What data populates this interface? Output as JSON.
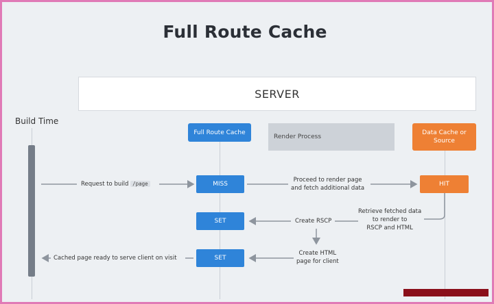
{
  "title": "Full Route Cache",
  "server_label": "SERVER",
  "build_time_label": "Build Time",
  "headers": {
    "full_route_cache": "Full Route Cache",
    "render_process": "Render Process",
    "data_cache": "Data Cache or Source"
  },
  "steps": {
    "miss": "MISS",
    "hit": "HIT",
    "set1": "SET",
    "set2": "SET"
  },
  "labels": {
    "request_to_build": "Request to build",
    "request_path": "/page",
    "proceed_to_render": "Proceed to render page\nand fetch additional data",
    "retrieve_fetched": "Retrieve fetched data\nto render to\nRSCP and HTML",
    "create_rscp": "Create RSCP",
    "create_html": "Create HTML\npage for client",
    "cached_page": "Cached page ready to serve client on visit"
  },
  "colors": {
    "blue": "#2f84d9",
    "orange": "#ee8034",
    "gray": "#cdd2d8",
    "build_bar": "#757d88",
    "frame_border": "#e07ab6"
  }
}
